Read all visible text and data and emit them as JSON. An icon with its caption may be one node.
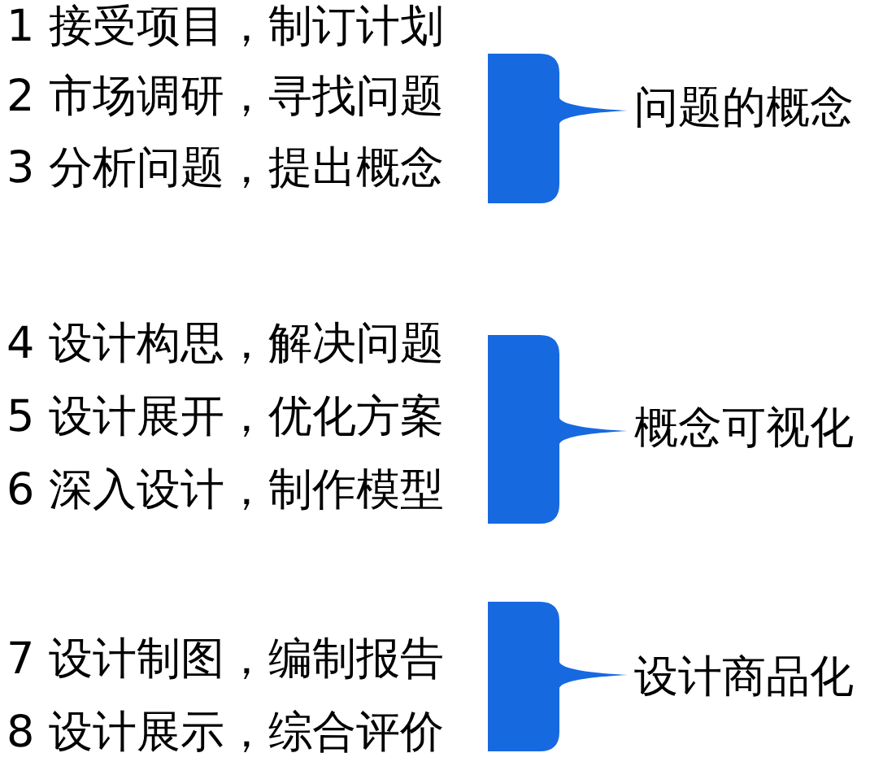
{
  "diagram": {
    "labels": [
      "1 接受项目，制订计划",
      "2 市场调研，寻找问题",
      "3 分析问题，提出概念",
      "问题的概念",
      "4 设计构思，解决问题",
      "5 设计展开，优化方案",
      "6 深入设计，制作模型",
      "概念可视化",
      "7 设计制图，编制报告",
      "8 设计展示，综合评价",
      "设计商品化"
    ]
  }
}
